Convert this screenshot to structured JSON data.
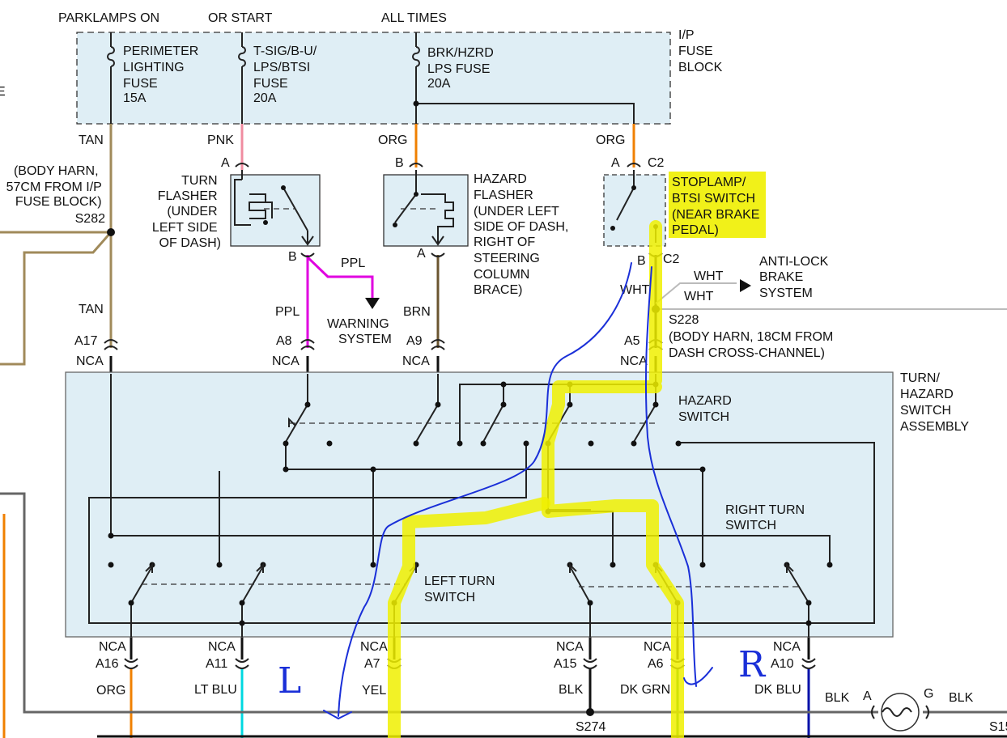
{
  "fuse_block": {
    "header_left": "PARKLAMPS ON",
    "header_mid": "OR START",
    "header_right": "ALL TIMES",
    "title_lines": [
      "I/P",
      "FUSE",
      "BLOCK"
    ],
    "fuse1_lines": [
      "PERIMETER",
      "LIGHTING",
      "FUSE",
      "15A"
    ],
    "fuse2_lines": [
      "T-SIG/B-U/",
      "LPS/BTSI",
      "FUSE",
      "20A"
    ],
    "fuse3_lines": [
      "BRK/HZRD",
      "LPS FUSE",
      "20A"
    ]
  },
  "wires": {
    "tan": "TAN",
    "pnk": "PNK",
    "org": "ORG",
    "org2": "ORG",
    "ppl": "PPL",
    "ppl2": "PPL",
    "brn": "BRN",
    "tan2": "TAN",
    "wht": "WHT",
    "wht2": "WHT",
    "wht3": "WHT",
    "org_bottom": "ORG",
    "ltblu": "LT BLU",
    "yel": "YEL",
    "blk": "BLK",
    "dkgrn": "DK GRN",
    "dkblu": "DK BLU",
    "blk2": "BLK",
    "blk3": "BLK"
  },
  "splices": {
    "s282_lines": [
      "(BODY HARN,",
      "57CM FROM I/P",
      "FUSE BLOCK)",
      "S282"
    ],
    "s228_lines": [
      "S228",
      "(BODY HARN, 18CM FROM",
      "DASH CROSS-CHANNEL)"
    ],
    "s274": "S274",
    "s15": "S15"
  },
  "components": {
    "turn_flasher_lines": [
      "TURN",
      "FLASHER",
      "(UNDER",
      "LEFT SIDE",
      "OF DASH)"
    ],
    "hazard_flasher_lines": [
      "HAZARD",
      "FLASHER",
      "(UNDER LEFT",
      "SIDE OF DASH,",
      "RIGHT OF",
      "STEERING",
      "COLUMN",
      "BRACE)"
    ],
    "stoplamp_lines": [
      "STOPLAMP/",
      "BTSI SWITCH",
      "(NEAR BRAKE",
      "PEDAL)"
    ],
    "abs_lines": [
      "ANTI-LOCK",
      "BRAKE",
      "SYSTEM"
    ],
    "warning_lines": [
      "WARNING",
      "SYSTEM"
    ],
    "assembly_lines": [
      "TURN/",
      "HAZARD",
      "SWITCH",
      "ASSEMBLY"
    ],
    "hazard_switch_lines": [
      "HAZARD",
      "SWITCH"
    ],
    "right_turn_lines": [
      "RIGHT TURN",
      "SWITCH"
    ],
    "left_turn_lines": [
      "LEFT TURN",
      "SWITCH"
    ]
  },
  "pins": {
    "a": "A",
    "b": "B",
    "a2": "A",
    "b2": "B",
    "a3": "A",
    "b3": "B",
    "c2": "C2",
    "c2b": "C2",
    "ga": "A",
    "gg": "G",
    "top": [
      {
        "pin": "A17",
        "conn": "NCA"
      },
      {
        "pin": "A8",
        "conn": "NCA"
      },
      {
        "pin": "A9",
        "conn": "NCA"
      },
      {
        "pin": "A5",
        "conn": "NCA"
      }
    ],
    "bottom": [
      {
        "pin": "A16",
        "conn": "NCA"
      },
      {
        "pin": "A11",
        "conn": "NCA"
      },
      {
        "pin": "A7",
        "conn": "NCA"
      },
      {
        "pin": "A15",
        "conn": "NCA"
      },
      {
        "pin": "A6",
        "conn": "NCA"
      },
      {
        "pin": "A10",
        "conn": "NCA"
      }
    ]
  },
  "handwriting": {
    "left": "L",
    "right": "R"
  },
  "colors": {
    "box_fill": "#dfeef5",
    "tan": "#a08a5a",
    "pink": "#f08ca0",
    "orange": "#f08000",
    "purple": "#e000e0",
    "brown": "#6b5530",
    "cyan": "#00d8e0",
    "green": "#2a9a2a",
    "blue": "#0010a8",
    "highlight": "#f0f000",
    "pen": "#1a2fd8"
  }
}
